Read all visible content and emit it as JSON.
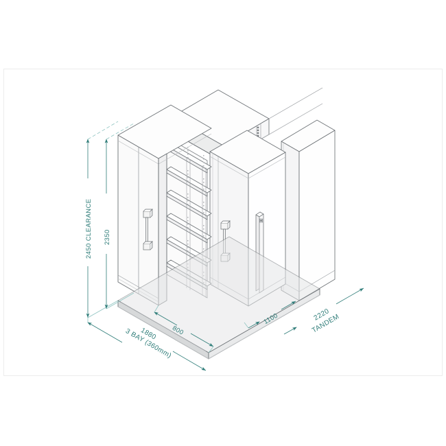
{
  "drawing": {
    "title": "Mobile Shelving Isometric Dimension Drawing",
    "type": "technical-isometric-line-drawing",
    "background_color": "#ffffff",
    "border_color": "#ececec",
    "line_color": "#555a5e",
    "dimension_color": "#2f7d79",
    "fill_light": "#fefefe",
    "fill_shade": "#f2f2f2",
    "fill_dark": "#e2e3e4"
  },
  "dimensions": {
    "height_clearance": "2450  CLEARANCE",
    "height_unit": "2350",
    "depth_bay": "800",
    "width_total": "1880",
    "bay_note": "3 BAY (360mm)",
    "aisle": "1100",
    "tandem_value": "2220",
    "tandem_label": "TANDEM"
  },
  "components": {
    "left_unit_label": "shelving-unit-left",
    "mid_unit_label": "shelving-unit-middle",
    "right_unit_label": "shelving-unit-right",
    "base_label": "mobile-base-platform",
    "handle_label": "door-pull-handle",
    "lock_label": "door-lock-bar",
    "shelf_count": 6
  }
}
